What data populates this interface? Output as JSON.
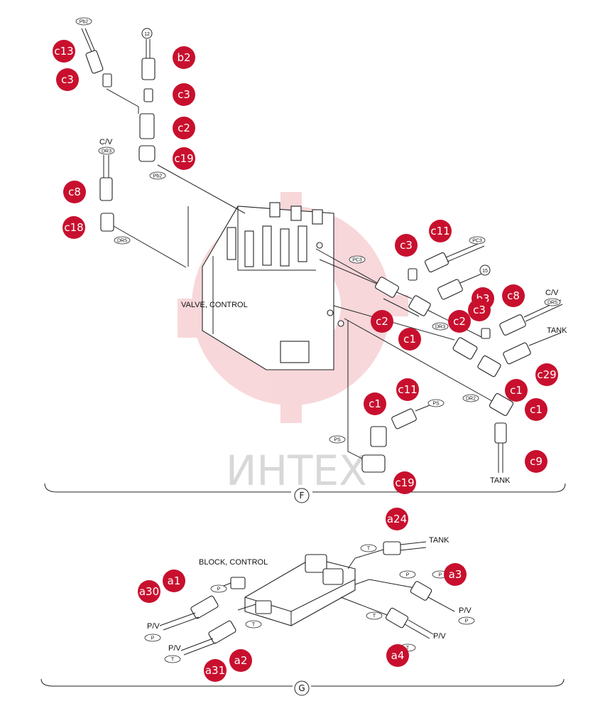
{
  "watermark": {
    "text": "ИНТЕХ",
    "color": "#f2b8bc"
  },
  "colors": {
    "badge": "#c8102e",
    "line": "#222222"
  },
  "sections": [
    {
      "id": "F"
    },
    {
      "id": "G"
    }
  ],
  "main_labels": [
    {
      "text": "VALVE, CONTROL"
    },
    {
      "text": "BLOCK, CONTROL"
    }
  ],
  "plain_labels": [
    "C/V",
    "C/V",
    "TANK",
    "TANK",
    "TANK",
    "P/V",
    "P/V",
    "P/V",
    "P/V",
    "12",
    "15"
  ],
  "port_tags": [
    "Pb2",
    "Pb2",
    "DR3",
    "DR5",
    "PC3",
    "PC3",
    "DR3",
    "DR5",
    "PS",
    "PS",
    "DR2",
    "T",
    "P",
    "P",
    "T",
    "T",
    "P",
    "P",
    "T",
    "P",
    "T"
  ],
  "callouts": [
    "c13",
    "c3",
    "b2",
    "c3",
    "c2",
    "c19",
    "c8",
    "c18",
    "c3",
    "c11",
    "c2",
    "c1",
    "b3",
    "c2",
    "c3",
    "c8",
    "c1",
    "c29",
    "c1",
    "c1",
    "c11",
    "c9",
    "c19",
    "a24",
    "a3",
    "a1",
    "a30",
    "a2",
    "a31",
    "a4"
  ]
}
